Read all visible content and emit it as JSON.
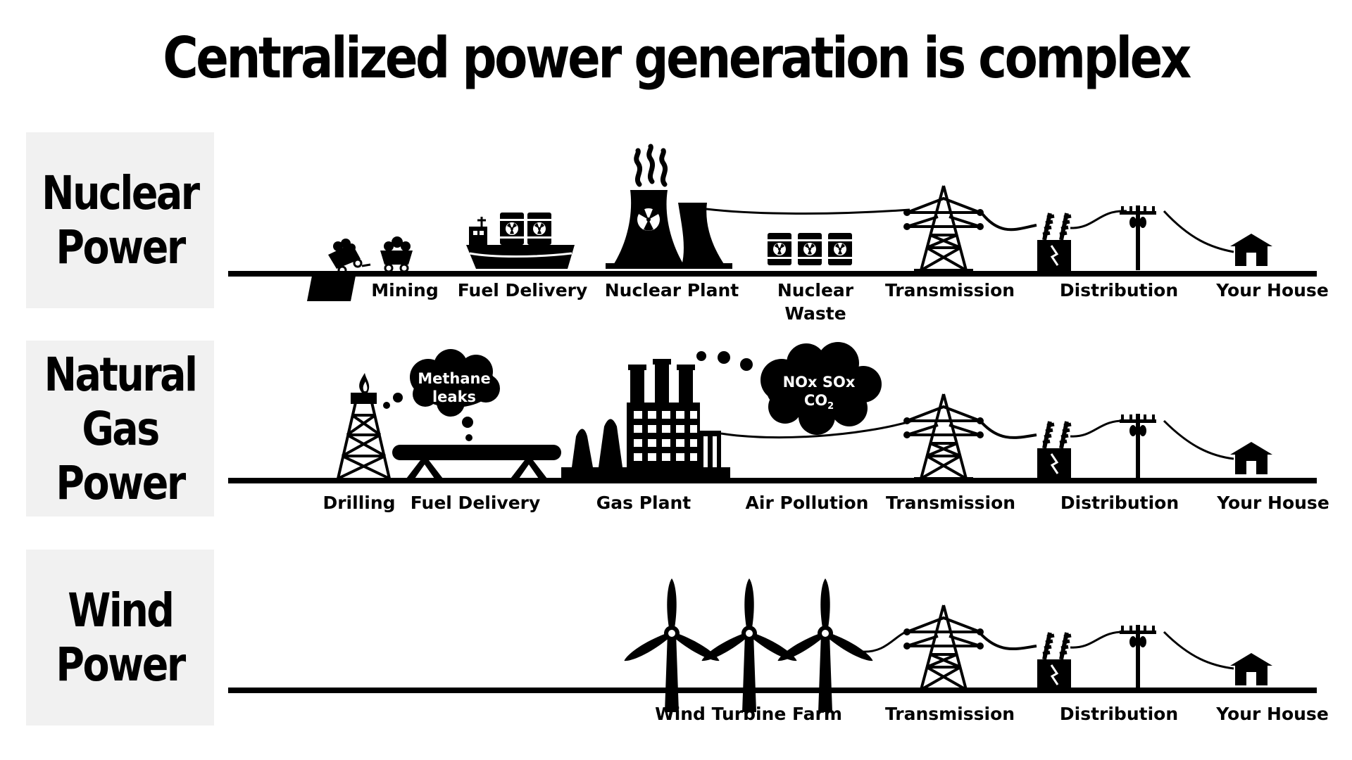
{
  "title": "Centralized power generation is complex",
  "rows": [
    {
      "label_lines": [
        "Nuclear",
        "Power"
      ],
      "stages": [
        "Mining",
        "Fuel Delivery",
        "Nuclear Plant",
        "Nuclear Waste",
        "Transmission",
        "Distribution",
        "Your House"
      ]
    },
    {
      "label_lines": [
        "Natural",
        "Gas",
        "Power"
      ],
      "stages": [
        "Drilling",
        "Fuel Delivery",
        "Gas Plant",
        "Air Pollution",
        "Transmission",
        "Distribution",
        "Your House"
      ],
      "callouts": {
        "methane": [
          "Methane",
          "leaks"
        ],
        "emissions_line1": "NOx SOx",
        "emissions_line2": "CO",
        "emissions_sub": "2"
      }
    },
    {
      "label_lines": [
        "Wind",
        "Power"
      ],
      "stages": [
        "Wind Turbine Farm",
        "Transmission",
        "Distribution",
        "Your House"
      ]
    }
  ],
  "icons": {
    "nuclear": [
      "mine-pit-icon",
      "mine-cart-icon",
      "cargo-ship-icon",
      "radioactive-barrel-icon",
      "cooling-tower-icon",
      "waste-barrels-icon",
      "transmission-tower-icon",
      "transformer-icon",
      "utility-pole-icon",
      "house-icon"
    ],
    "gas": [
      "drilling-rig-icon",
      "flame-icon",
      "pipeline-icon",
      "methane-cloud-icon",
      "gas-plant-icon",
      "emissions-cloud-icon",
      "transmission-tower-icon",
      "transformer-icon",
      "utility-pole-icon",
      "house-icon"
    ],
    "wind": [
      "wind-turbine-icon",
      "transmission-tower-icon",
      "transformer-icon",
      "utility-pole-icon",
      "house-icon"
    ]
  },
  "colors": {
    "ink": "#000000",
    "panel": "#f1f1f1",
    "background": "#ffffff"
  }
}
